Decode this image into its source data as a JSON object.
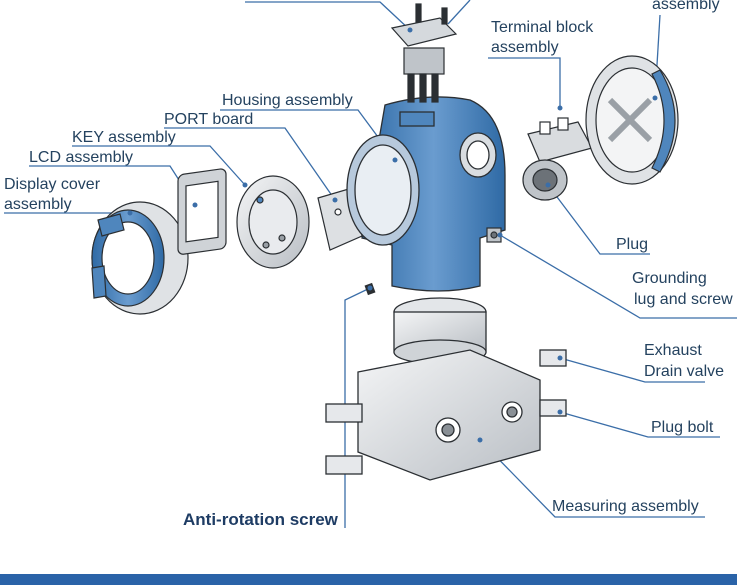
{
  "labels": {
    "top_right_partial": "assembly",
    "terminal_block": [
      "Terminal block",
      "assembly"
    ],
    "housing": "Housing assembly",
    "port_board": "PORT board",
    "key": "KEY assembly",
    "lcd": "LCD assembly",
    "display_cover": [
      "Display cover",
      "assembly"
    ],
    "plug": "Plug",
    "grounding": [
      "Grounding",
      "lug and screw"
    ],
    "exhaust": [
      "Exhaust",
      "Drain valve"
    ],
    "plug_bolt": "Plug bolt",
    "measuring": "Measuring assembly",
    "anti_rotation": "Anti-rotation screw"
  },
  "colors": {
    "label_text": "#24425f",
    "leader_line": "#3b6ea8",
    "housing_blue": "#4f86bd",
    "metal_light": "#e6e8eb",
    "metal_dark": "#9aa0a6",
    "outline": "#2b2f33",
    "footer": "#2a63a8"
  }
}
